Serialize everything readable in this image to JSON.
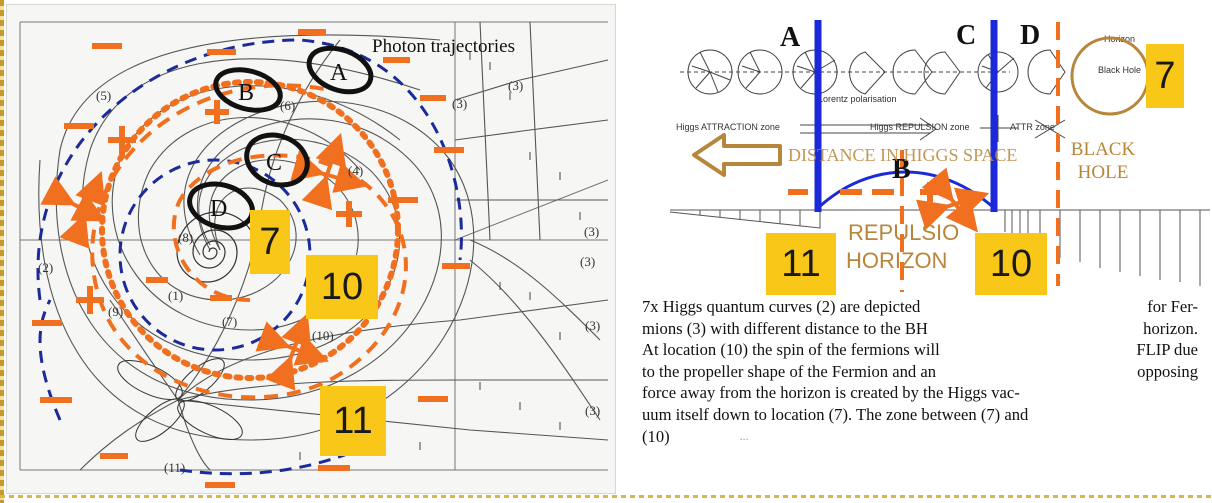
{
  "left": {
    "title": "Photon trajectories",
    "circle_labels": [
      "A",
      "B",
      "C",
      "D"
    ],
    "numbers": {
      "n7": "7",
      "n10": "10",
      "n11": "11"
    },
    "curve_labels": [
      "(5)",
      "(6)",
      "(3)",
      "(4)",
      "(2)",
      "(8)",
      "(9)",
      "(1)",
      "(7)",
      "(10)",
      "(11)",
      "(3)",
      "(3)",
      "(3)",
      "(3)",
      "(3)"
    ]
  },
  "right": {
    "markers": {
      "a": "A",
      "b": "B",
      "c": "C",
      "d": "D"
    },
    "distance_label": "DISTANCE IN HIGGS SPACE",
    "black_hole": "BLACK HOLE",
    "repulsion_horizon": [
      "REPULSIO",
      "HORIZON"
    ],
    "numbers": {
      "n7": "7",
      "n10": "10",
      "n11": "11"
    },
    "small_labels": {
      "lorentz": "Lorentz polarisation",
      "attraction": "Higgs ATTRACTION zone",
      "repulsion": "Higgs REPULSION zone",
      "attr": "ATTR zone",
      "black_hole_small": "Black Hole",
      "horizon": "Horizon"
    }
  },
  "caption": {
    "line1": [
      "7x Higgs quantum curves (2) are depicted",
      "for Fer-"
    ],
    "line2": [
      "mions (3) with different distance to the BH",
      "horizon."
    ],
    "line3": [
      "At location (10) the spin of the fermions will",
      "FLIP due"
    ],
    "line4": [
      "to the propeller shape of the Fermion and an",
      "opposing"
    ],
    "line5": "force away from the horizon is created by the Higgs vac-",
    "line6": "uum itself down to location (7). The zone between (7) and",
    "line7": "(10)",
    "ellipsis": "..."
  },
  "colors": {
    "orange": "#f07020",
    "blue": "#1a2ad8",
    "dark_blue": "#1c2a9a",
    "gold": "#f8c718",
    "brown": "#b8863a"
  }
}
